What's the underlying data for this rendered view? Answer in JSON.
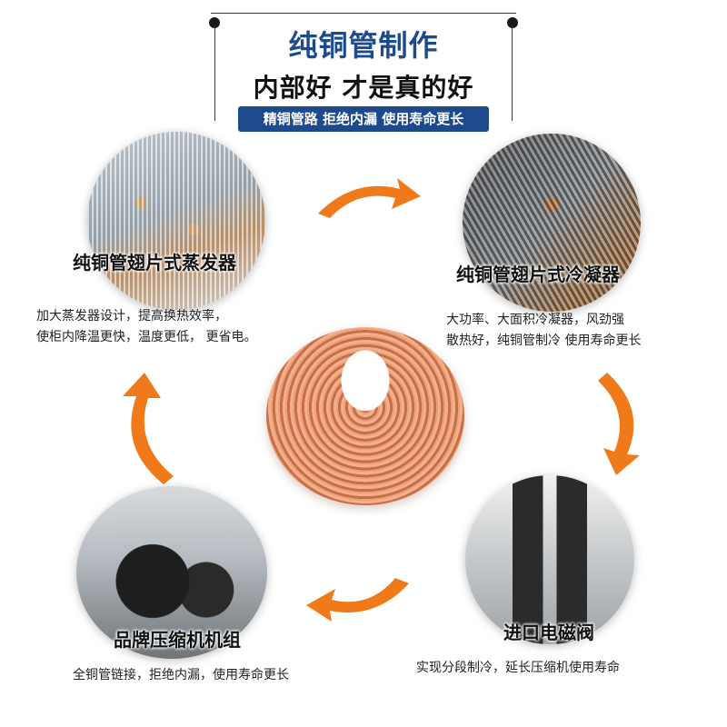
{
  "header": {
    "title": "纯铜管制作",
    "subtitle": "内部好 才是真的好",
    "banner": "精铜管路 拒绝内漏 使用寿命更长"
  },
  "items": {
    "evaporator": {
      "label": "纯铜管翅片式蒸发器",
      "desc_line1": "加大蒸发器设计，提高换热效率，",
      "desc_line2": "使柜内降温更快，温度更低， 更省电。"
    },
    "condenser": {
      "label": "纯铜管翅片式冷凝器",
      "desc_line1": "大功率、大面积冷凝器，风劲强",
      "desc_line2": "散热好，纯铜管制冷 使用寿命更长"
    },
    "compressor": {
      "label": "品牌压缩机机组",
      "desc": "全铜管链接，拒绝内漏，使用寿命更长"
    },
    "valve": {
      "label": "进口电磁阀",
      "desc": "实现分段制冷，延长压缩机使用寿命"
    }
  },
  "colors": {
    "accent_blue": "#1d4a8c",
    "arrow_orange": "#f07a1a",
    "copper": "#d98a5f"
  }
}
